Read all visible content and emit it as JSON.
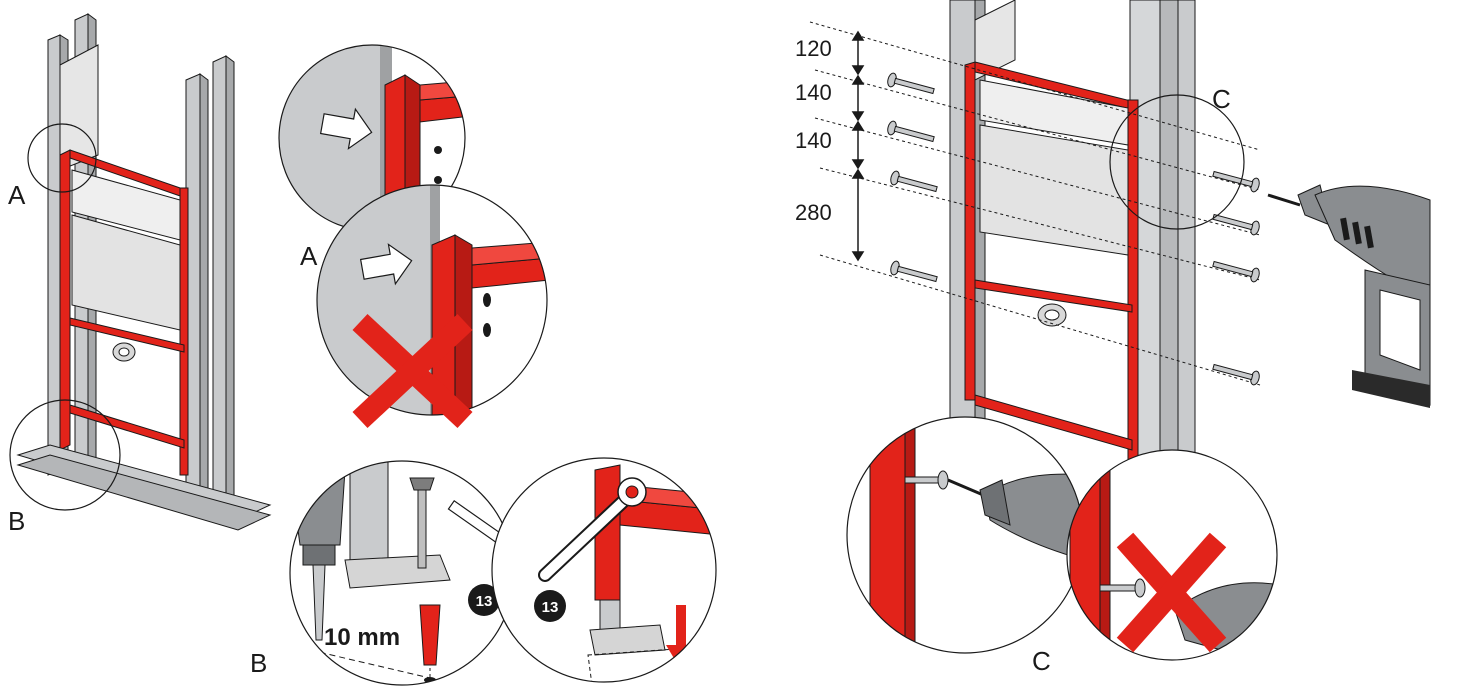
{
  "colors": {
    "frame_red": "#e2231a",
    "frame_red_dark": "#b71a14",
    "steel": "#c9cbcd",
    "steel_dark": "#8c8f92",
    "panel": "#e9e9e9",
    "line": "#1a1a1a",
    "cross": "#e2231a",
    "arrow_fill": "#ffffff",
    "drill": "#8a8d90",
    "drill_dark": "#2a2a2a"
  },
  "labels": {
    "a_overview": "A",
    "a_detail": "A",
    "b_overview": "B",
    "b_detail": "B",
    "c_frame": "C",
    "c_detail": "C",
    "drill_size": "10 mm",
    "wrench_size_1": "13",
    "wrench_size_2": "13"
  },
  "dimensions": {
    "values": [
      "120",
      "140",
      "140",
      "280"
    ]
  },
  "icons": [
    "arrow-right-icon",
    "cross-icon",
    "wrench-icon",
    "drill-icon",
    "screw-icon",
    "down-arrow-icon"
  ]
}
